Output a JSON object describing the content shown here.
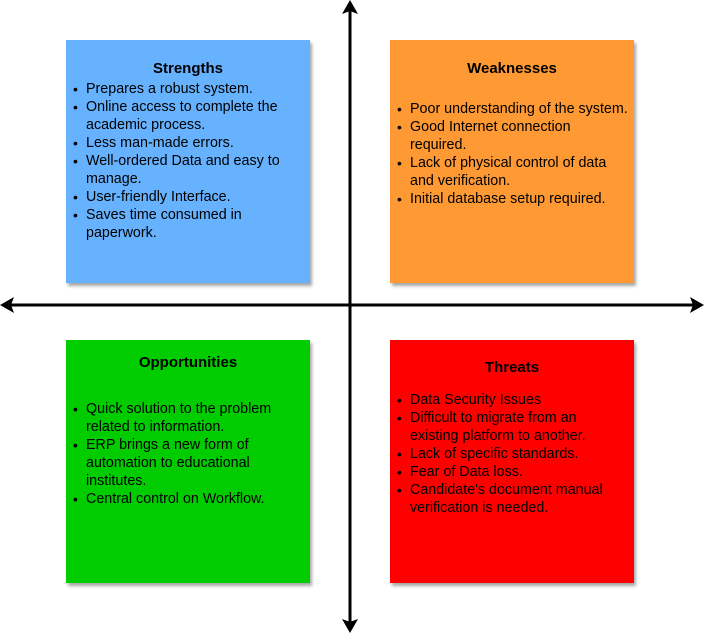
{
  "quadrants": {
    "strengths": {
      "title": "Strengths",
      "color": "#66b2ff",
      "items": [
        "Prepares a robust system.",
        "Online access to complete the academic process.",
        "Less man-made errors.",
        "Well-ordered Data and easy to manage.",
        "User-friendly Interface.",
        "Saves time consumed in paperwork."
      ]
    },
    "weaknesses": {
      "title": "Weaknesses",
      "color": "#ff9933",
      "items": [
        "Poor understanding of the system.",
        "Good Internet connection required.",
        "Lack of physical control of data and verification.",
        "Initial database setup required."
      ]
    },
    "opportunities": {
      "title": "Opportunities",
      "color": "#00cc00",
      "items": [
        "Quick solution to the problem related to information.",
        "ERP brings a new form of automation to educational institutes.",
        "Central control on Workflow."
      ]
    },
    "threats": {
      "title": "Threats",
      "color": "#ff0000",
      "items": [
        "Data Security Issues",
        "Difficult to migrate from an existing platform to another.",
        "Lack of specific standards.",
        "Fear of Data loss.",
        "Candidate's document manual verification is needed."
      ]
    }
  },
  "axes": {
    "color": "#000000"
  }
}
